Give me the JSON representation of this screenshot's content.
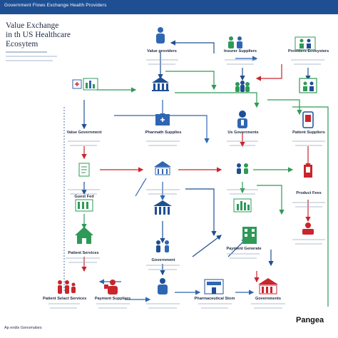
{
  "header": {
    "bar_text": "Government Flows Exchange Health Providers"
  },
  "title": "Value Exchange\nin th US Healthcare\nEcosytem",
  "brand": "Pangea",
  "footer": "Ap endix Genomaties",
  "nodes": {
    "patients_top": {
      "label": "Value providers"
    },
    "insurers": {
      "label": "Insurer Suppliers"
    },
    "providers_top": {
      "label": "Providers Ecosysters"
    },
    "gov_left": {
      "label": "Value Government"
    },
    "pharma": {
      "label": "Pharmath Supplies"
    },
    "us_gov": {
      "label": "Us Governnents"
    },
    "payers_right": {
      "label": "Patient Suppliers"
    },
    "guest_fed": {
      "label": "Guest Fed"
    },
    "product_fees": {
      "label": "Product Fees"
    },
    "patient_services": {
      "label": "Patient Services"
    },
    "government_mid": {
      "label": "Government"
    },
    "payment_gen": {
      "label": "Payment Generate"
    },
    "patient_left_bottom": {
      "label": "Patient Selact Services"
    },
    "payment_suppliers": {
      "label": "Payment Suppliers"
    },
    "pharmaceutical": {
      "label": "Pharmaceutical Stom"
    },
    "government_bottom": {
      "label": "Governments"
    }
  },
  "colors": {
    "blue": "#2f66b3",
    "red": "#c9252c",
    "green": "#2e9a57",
    "navy": "#1f4f93",
    "line": "#6f87b0"
  }
}
